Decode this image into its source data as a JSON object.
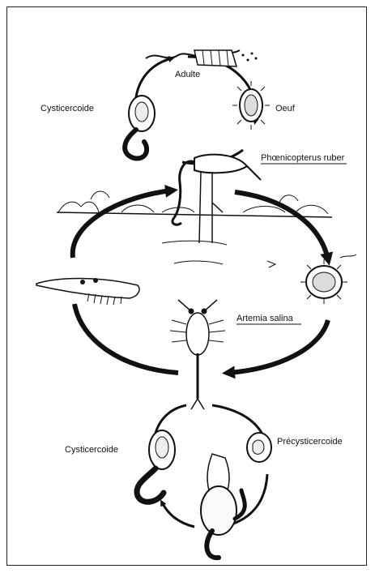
{
  "figure": {
    "labels": {
      "adult": "Adulte",
      "egg": "Oeuf",
      "cysticercoid_top": "Cysticercoide",
      "flamingo": "Phœnicopterus ruber",
      "brine_shrimp": "Artemia salina",
      "cysticercoid_bottom": "Cysticercoide",
      "precysticercoid": "Précysticercoide"
    }
  }
}
